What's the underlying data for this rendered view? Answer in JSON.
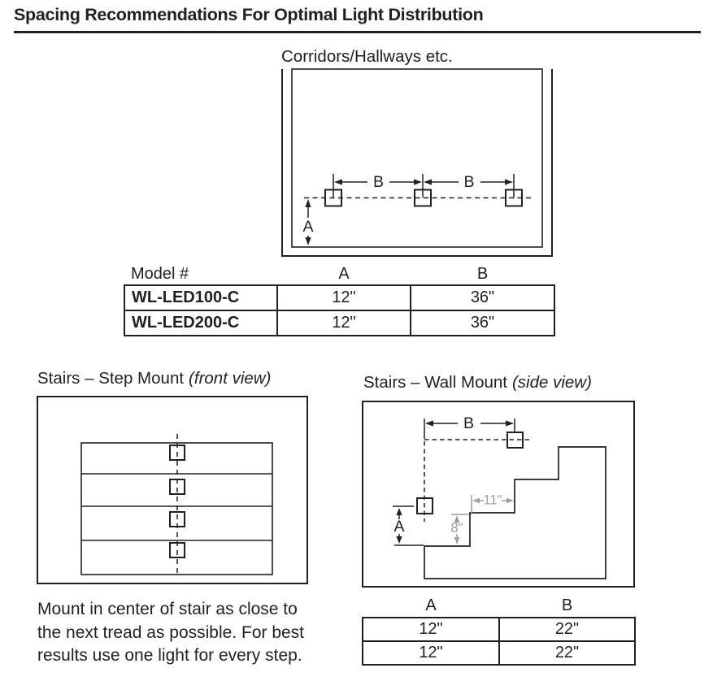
{
  "header": {
    "title": "Spacing Recommendations For Optimal Light Distribution"
  },
  "corridor": {
    "heading": "Corridors/Hallways etc.",
    "labels": {
      "a": "A",
      "b1": "B",
      "b2": "B"
    },
    "table": {
      "headers": [
        "Model #",
        "A",
        "B"
      ],
      "rows": [
        {
          "model": "WL-LED100-C",
          "a": "12\"",
          "b": "36\""
        },
        {
          "model": "WL-LED200-C",
          "a": "12\"",
          "b": "36\""
        }
      ]
    }
  },
  "step_mount": {
    "heading": "Stairs – Step Mount",
    "heading_suffix": "(front view)",
    "note_lines": [
      "Mount in center of stair as close to",
      "the next tread as possible. For best",
      "results use one light for every step."
    ]
  },
  "wall_mount": {
    "heading": "Stairs – Wall Mount",
    "heading_suffix": "(side view)",
    "labels": {
      "a": "A",
      "b": "B",
      "tread_depth": "11\"",
      "riser_height": "8\""
    },
    "table": {
      "headers": [
        "A",
        "B"
      ],
      "rows": [
        {
          "a": "12\"",
          "b": "22\""
        },
        {
          "a": "12\"",
          "b": "22\""
        }
      ]
    }
  },
  "colors": {
    "ink": "#231f20",
    "dimension_gray": "#9c9c9c"
  }
}
